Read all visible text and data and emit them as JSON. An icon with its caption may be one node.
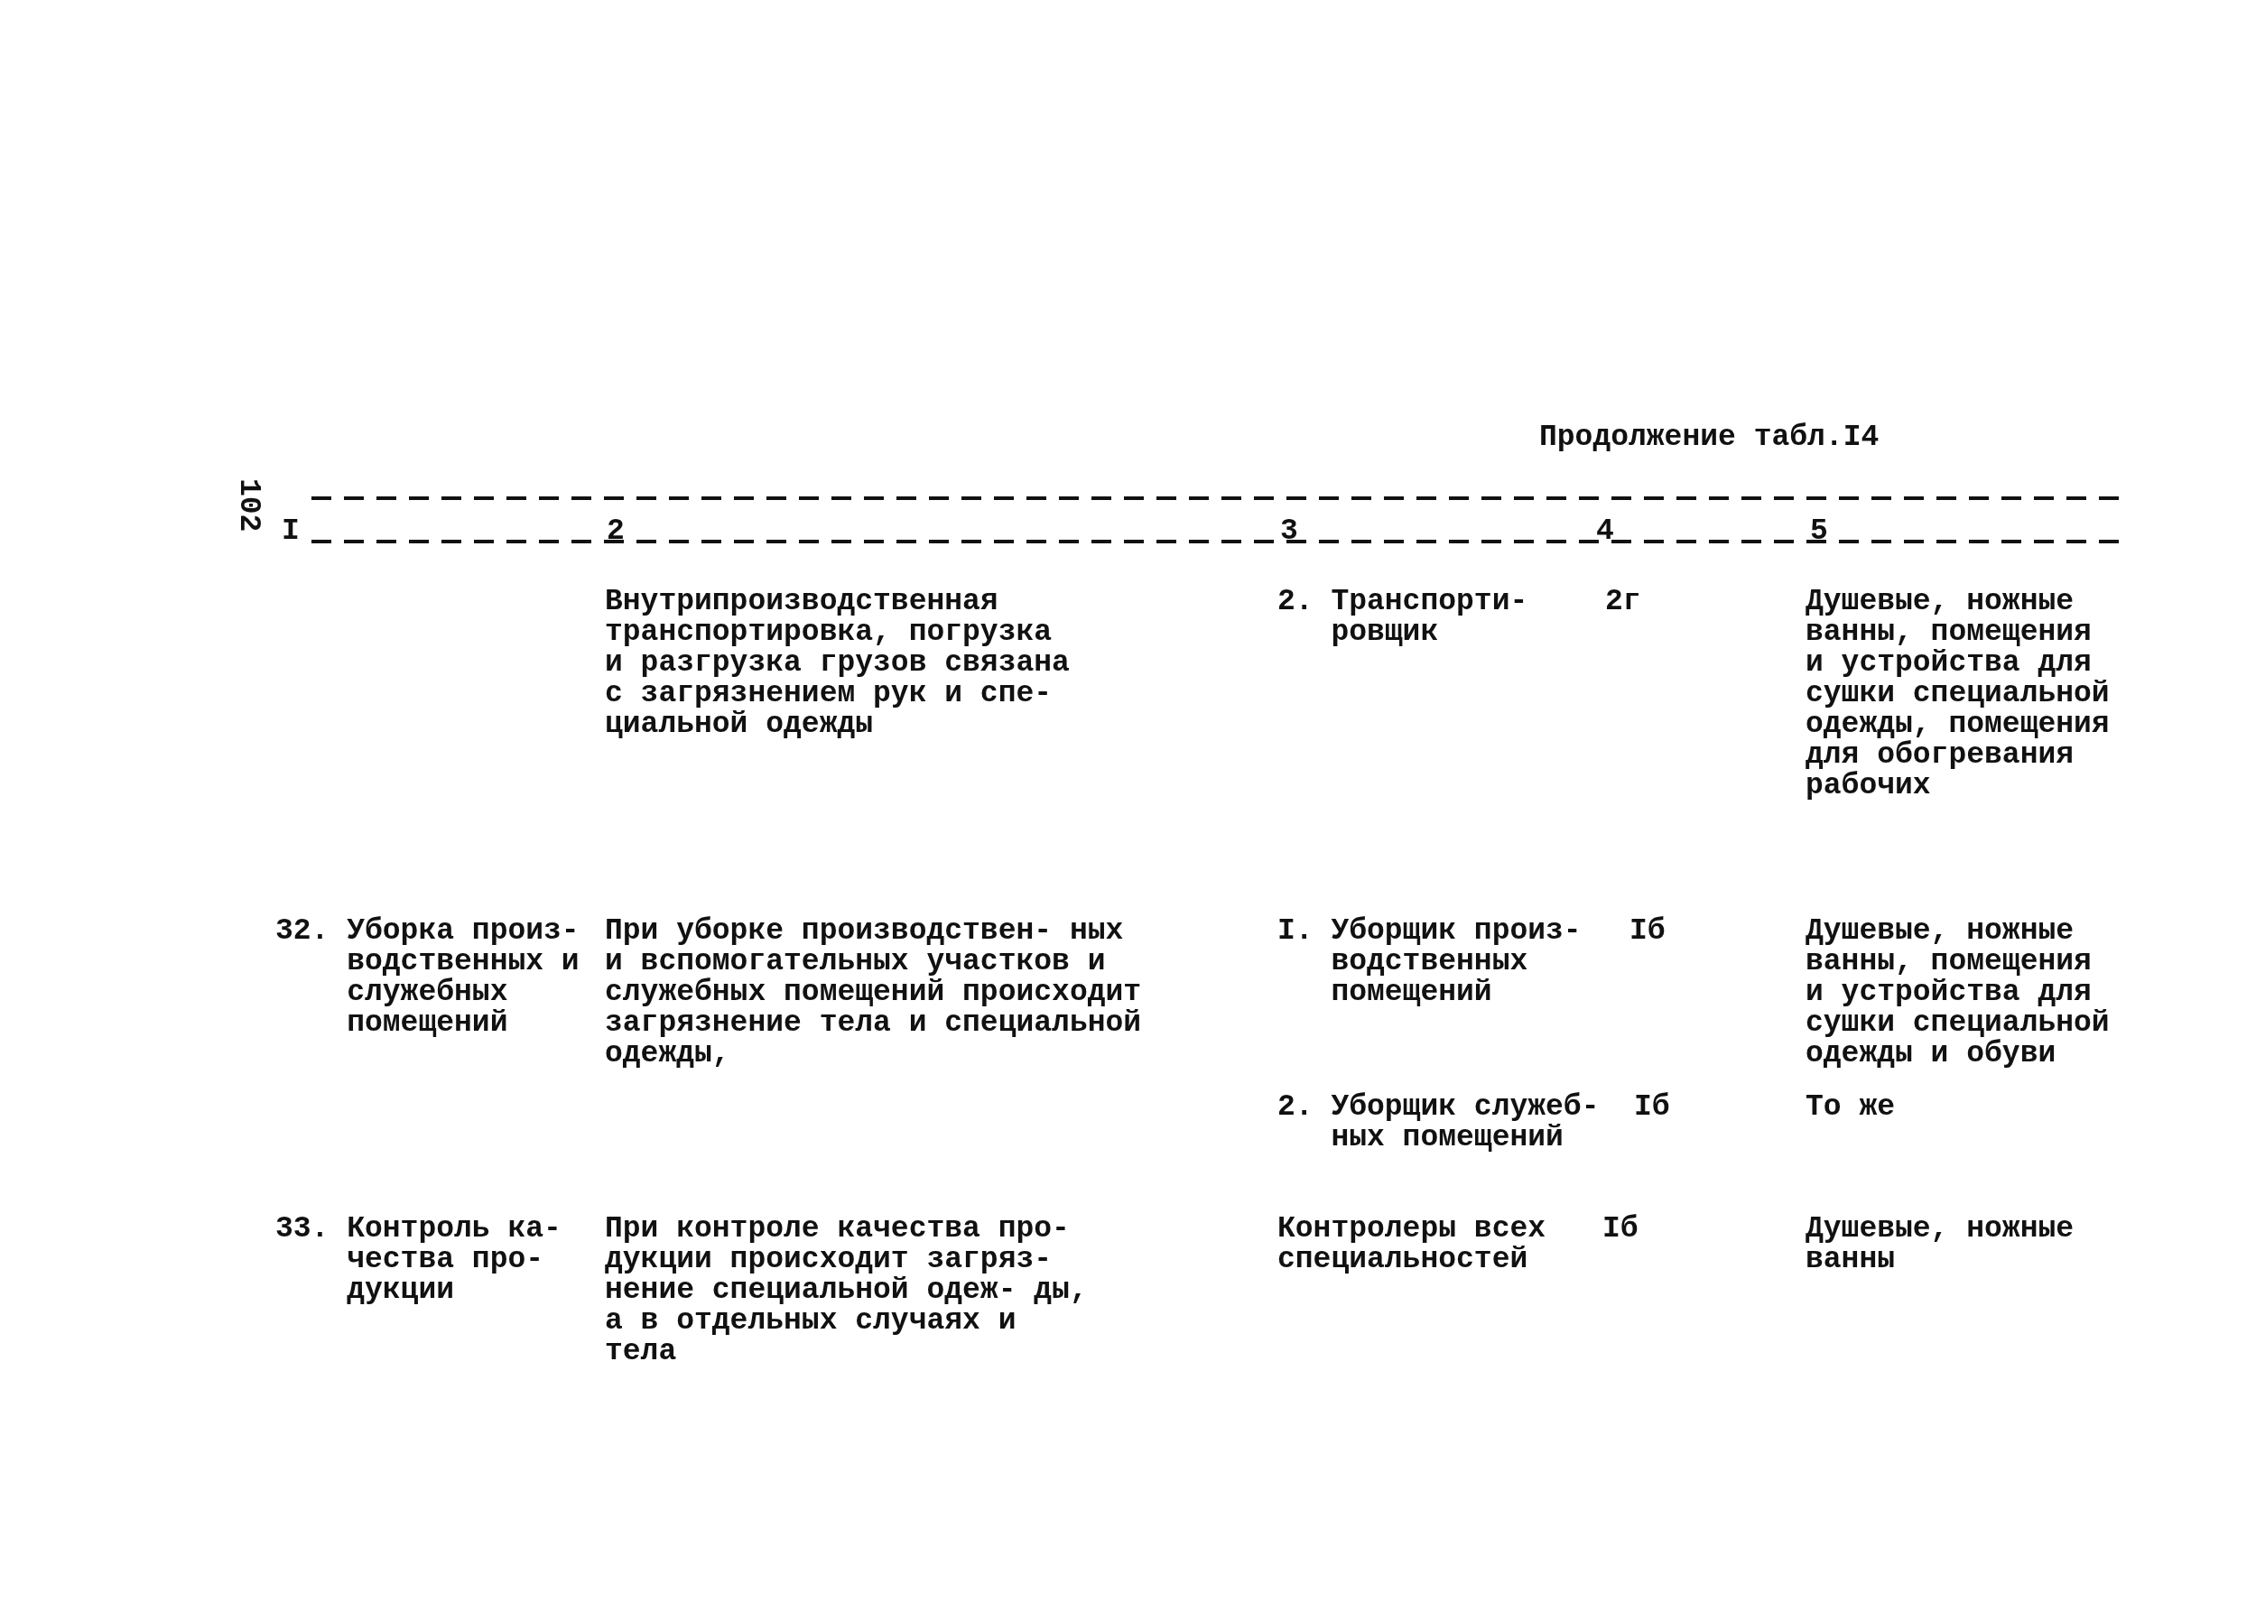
{
  "diagram": {
    "title": "Продолжение табл.I4",
    "labels": [
      "102",
      "I",
      "2",
      "3",
      "4",
      "5",
      "Внутрипроизводственная транспортировка, погрузка и разгрузка грузов связана с загрязнением рук и спе- циальной одежды",
      "2. Транспорти- ровщик",
      "2г",
      "Душевые, ножные ванны, помещения и устройства для сушки специальной одежды, помещения для обогревания рабочих",
      "32. Уборка произ- водственных и служебных помещений",
      "При уборке производствен- ных и вспомогательных участков и служебных помещений происходит загрязнение тела и специальной одежды,",
      "I. Уборщик произ- водственных помещений",
      "Iб",
      "Душевые, ножные ванны, помещения и устройства для сушки специальной одежды и обуви",
      "2. Уборщик служеб- ных помещений",
      "Iб",
      "То же",
      "33. Контроль ка- чества про- дукции",
      "При контроле качества про- дукции происходит загряз- нение специальной одеж- ды, а в отдельных случаях и тела",
      "Контролеры всех специальностей",
      "Iб",
      "Душевые, ножные ванны"
    ]
  }
}
